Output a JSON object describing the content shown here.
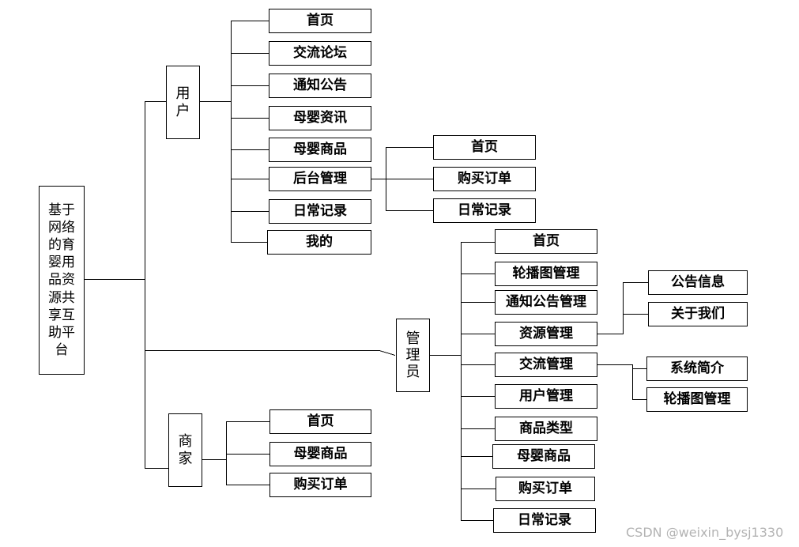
{
  "root": {
    "label": "基于网络的育婴用品资源共享互助平台"
  },
  "user": {
    "label": "用户",
    "items": [
      "首页",
      "交流论坛",
      "通知公告",
      "母婴资讯",
      "母婴商品",
      "后台管理",
      "日常记录",
      "我的"
    ],
    "backend": {
      "items": [
        "首页",
        "购买订单",
        "日常记录"
      ]
    }
  },
  "merchant": {
    "label": "商家",
    "items": [
      "首页",
      "母婴商品",
      "购买订单"
    ]
  },
  "admin": {
    "label": "管理员",
    "items": [
      "首页",
      "轮播图管理",
      "通知公告管理",
      "资源管理",
      "交流管理",
      "用户管理",
      "商品类型",
      "母婴商品",
      "购买订单",
      "日常记录"
    ],
    "resource": {
      "items": [
        "公告信息",
        "关于我们"
      ]
    },
    "exchange": {
      "items": [
        "系统简介",
        "轮播图管理"
      ]
    }
  },
  "watermark": "CSDN @weixin_bysj1330"
}
